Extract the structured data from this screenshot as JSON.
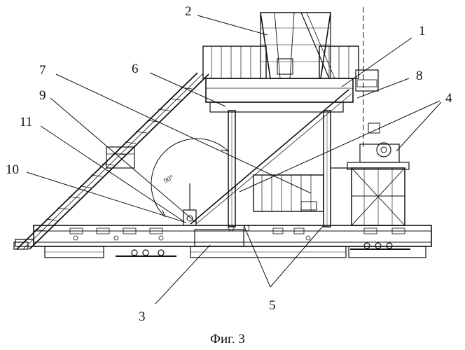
{
  "figure": {
    "caption": "Фиг. 3",
    "angle_mark": "90°",
    "callouts": [
      {
        "id": "1",
        "text": "1"
      },
      {
        "id": "2",
        "text": "2"
      },
      {
        "id": "3",
        "text": "3"
      },
      {
        "id": "4",
        "text": "4"
      },
      {
        "id": "5",
        "text": "5"
      },
      {
        "id": "6",
        "text": "6"
      },
      {
        "id": "7",
        "text": "7"
      },
      {
        "id": "8",
        "text": "8"
      },
      {
        "id": "9",
        "text": "9"
      },
      {
        "id": "10",
        "text": "10"
      },
      {
        "id": "11",
        "text": "11"
      }
    ]
  }
}
